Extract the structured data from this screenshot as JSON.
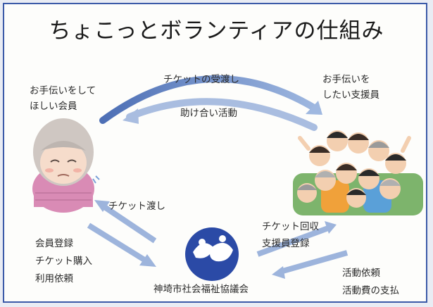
{
  "title": "ちょこっとボランティアの仕組み",
  "labels": {
    "requester_lines": [
      "お手伝いをして",
      "ほしい会員"
    ],
    "helper_lines": [
      "お手伝いを",
      "したい支援員"
    ],
    "ticket_exchange": "チケットの受渡し",
    "mutual_aid": "助け合い活動",
    "ticket_give": "チケット渡し",
    "member_actions": [
      "会員登録",
      "チケット購入",
      "利用依頼"
    ],
    "helper_actions": [
      "チケット回収",
      "支援員登録"
    ],
    "council_actions": [
      "活動依頼",
      "活動費の支払"
    ],
    "council_name": "神埼市社会福祉協議会"
  },
  "colors": {
    "frame": "#3b5aa8",
    "arrow": "#8fa9d6",
    "logo": "#2b4aa6",
    "elder_hair": "#c9c2bd",
    "elder_sweater": "#d98bb5"
  },
  "icons": {
    "requester": "elderly-woman-icon",
    "helpers": "volunteer-group-icon",
    "council": "council-logo-icon"
  }
}
